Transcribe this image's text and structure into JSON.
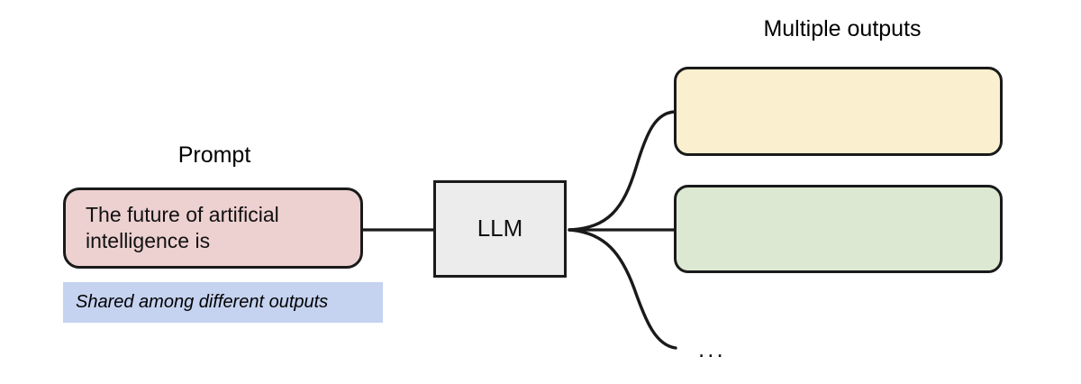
{
  "diagram": {
    "title_visible": false,
    "background_color": "#ffffff",
    "stroke_color": "#1a1a1a"
  },
  "labels": {
    "prompt": "Prompt",
    "multiple_outputs": "Multiple outputs"
  },
  "nodes": {
    "prompt_box": {
      "text": "The future of artificial\nintelligence is",
      "fill": "#EDD0D0",
      "shape": "rounded-rect"
    },
    "llm_box": {
      "text": "LLM",
      "fill": "#ECECEC",
      "shape": "rect"
    },
    "output_1": {
      "text": "",
      "fill": "#FAEFCE",
      "shape": "rounded-rect"
    },
    "output_2": {
      "text": "",
      "fill": "#DDE8D2",
      "shape": "rounded-rect"
    },
    "output_more": {
      "text": "..."
    }
  },
  "annotations": {
    "shared_note": {
      "text": "Shared among different outputs",
      "highlight_fill": "#C5D2F0",
      "style": "italic"
    }
  },
  "edges": [
    {
      "name": "prompt-to-llm",
      "kind": "straight"
    },
    {
      "name": "llm-to-output-1",
      "kind": "curve-up"
    },
    {
      "name": "llm-to-output-2",
      "kind": "straight"
    },
    {
      "name": "llm-to-output-more",
      "kind": "curve-down"
    }
  ]
}
